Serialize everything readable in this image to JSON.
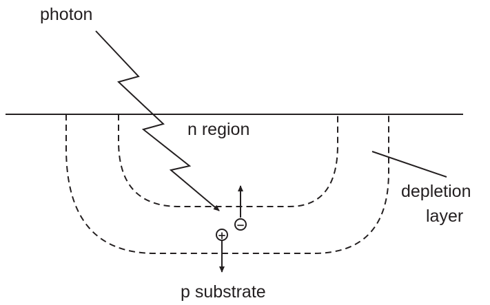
{
  "labels": {
    "photon": "photon",
    "n_region": "n region",
    "depletion_line1": "depletion",
    "depletion_line2": "layer",
    "p_substrate": "p substrate"
  },
  "charges": {
    "hole_symbol": "+",
    "electron_symbol": "−"
  },
  "colors": {
    "ink": "#231f20",
    "background": "#ffffff"
  }
}
